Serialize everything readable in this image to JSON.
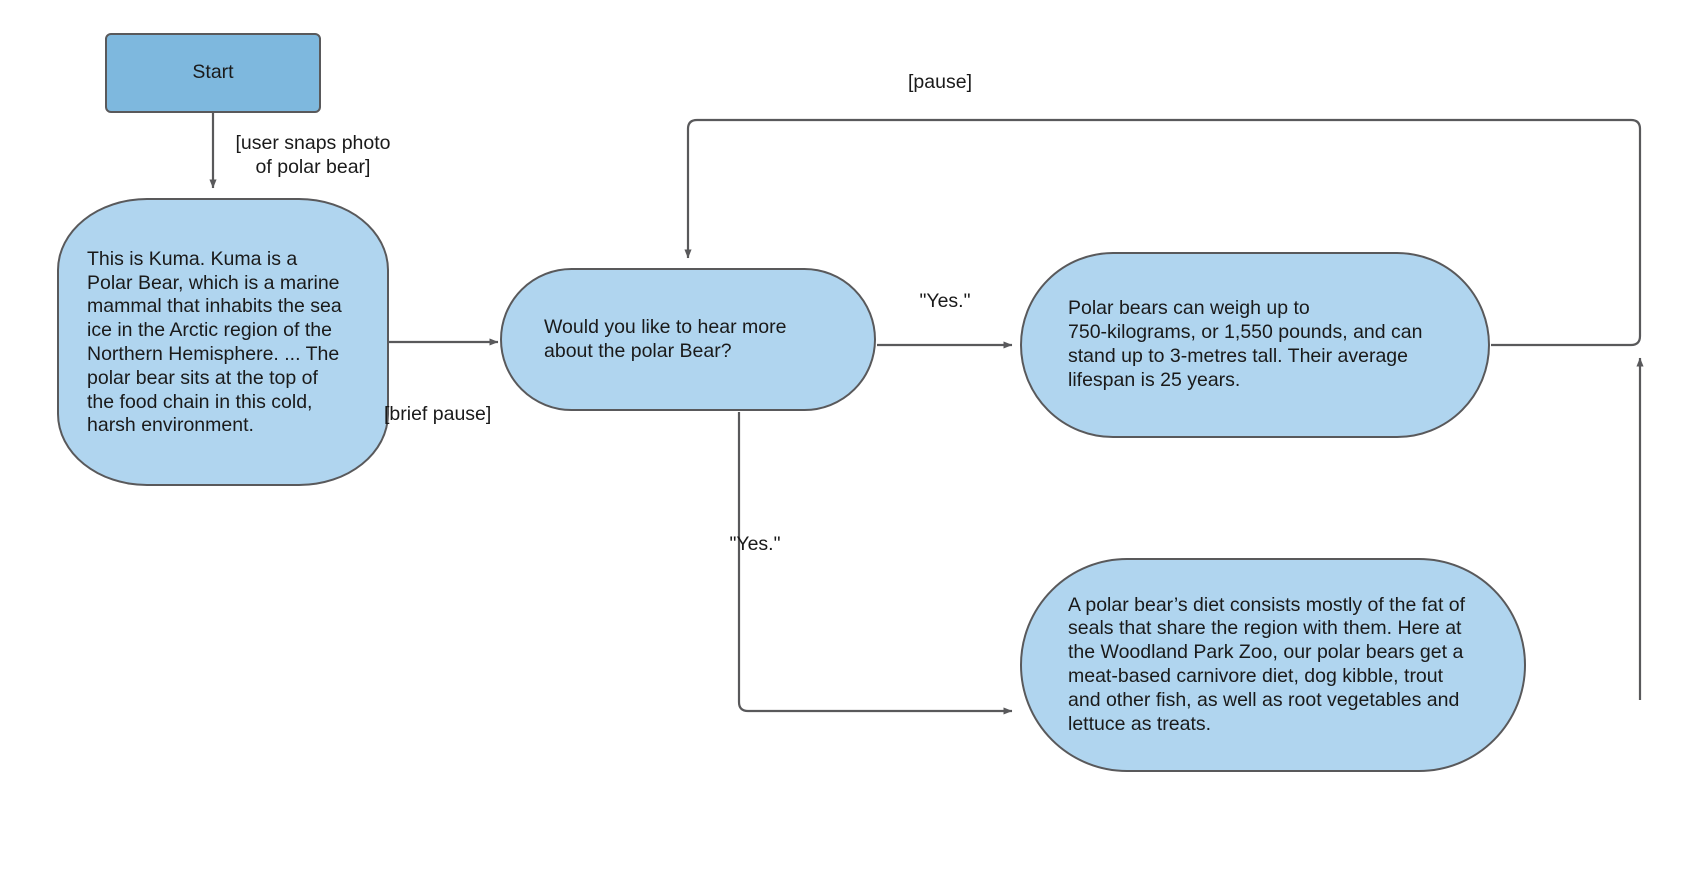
{
  "diagram": {
    "title": "Polar Bear Conversation Flow",
    "type": "flowchart",
    "colors": {
      "node_fill": "#b0d5ef",
      "node_stroke": "#59595b",
      "edge_stroke": "#59595b",
      "text": "#1a1a1a",
      "start_fill": "#7eb8de",
      "background": "#ffffff"
    }
  },
  "nodes": {
    "start": {
      "label": "Start",
      "shape": "rounded-rectangle"
    },
    "intro": {
      "label": "This is Kuma. Kuma is a\nPolar Bear, which is a marine\nmammal that inhabits the sea\nice in the Arctic region of the\nNorthern Hemisphere. ... The\npolar bear sits at the top of\nthe food chain in this cold,\nharsh environment.",
      "shape": "stadium"
    },
    "question": {
      "label": "Would you like to hear more\nabout the polar Bear?",
      "shape": "stadium"
    },
    "facts": {
      "label": "Polar bears can weigh up to\n750-kilograms, or 1,550 pounds, and can\nstand up to 3-metres tall. Their average\nlifespan is 25 years.",
      "shape": "stadium"
    },
    "diet": {
      "label": "A polar bear’s diet consists mostly of the fat of\nseals that share the region with them. Here at\nthe Woodland Park Zoo, our polar bears get a\nmeat-based carnivore diet, dog kibble, trout\nand other fish, as well as root vegetables and\nlettuce as treats.",
      "shape": "stadium"
    }
  },
  "edges": [
    {
      "id": "start-to-intro",
      "from": "start",
      "to": "intro",
      "label": "[user snaps photo\nof polar bear]"
    },
    {
      "id": "intro-to-question",
      "from": "intro",
      "to": "question",
      "label": "[brief pause]"
    },
    {
      "id": "question-to-facts",
      "from": "question",
      "to": "facts",
      "label": "\"Yes.\""
    },
    {
      "id": "question-to-diet",
      "from": "question",
      "to": "diet",
      "label": "\"Yes.\""
    },
    {
      "id": "return-to-question",
      "from": "diet",
      "to": "question",
      "label": "[pause]"
    }
  ]
}
